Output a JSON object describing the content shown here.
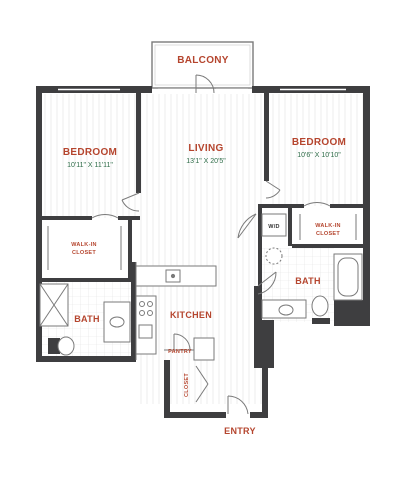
{
  "colors": {
    "wall": "#3e3e40",
    "thin": "#7a7a7a",
    "label": "#b5452e",
    "dimension": "#2f6d49",
    "floor_line": "#eeeeee",
    "tile": "#d7d7d7"
  },
  "rooms": {
    "balcony": {
      "label": "BALCONY"
    },
    "living": {
      "label": "LIVING",
      "dim": "13'1\" X 20'5\""
    },
    "bedroom_left": {
      "label": "BEDROOM",
      "dim": "10'11\" X 11'11\""
    },
    "bedroom_right": {
      "label": "BEDROOM",
      "dim": "10'6\" X 10'10\""
    },
    "closet_left": {
      "line1": "WALK-IN",
      "line2": "CLOSET"
    },
    "closet_right": {
      "line1": "WALK-IN",
      "line2": "CLOSET"
    },
    "washer_dryer": {
      "label": "W/D"
    },
    "bath_left": {
      "label": "BATH"
    },
    "bath_right": {
      "label": "BATH"
    },
    "kitchen": {
      "label": "KITCHEN"
    },
    "pantry": {
      "label": "PANTRY"
    },
    "closet_entry": {
      "label": "CLOSET"
    },
    "entry": {
      "label": "ENTRY"
    }
  },
  "icons": [
    "door-swing-icon",
    "sink-icon",
    "toilet-icon",
    "bathtub-icon",
    "shower-icon",
    "stove-icon",
    "refrigerator-icon",
    "washer-dryer-icon"
  ]
}
